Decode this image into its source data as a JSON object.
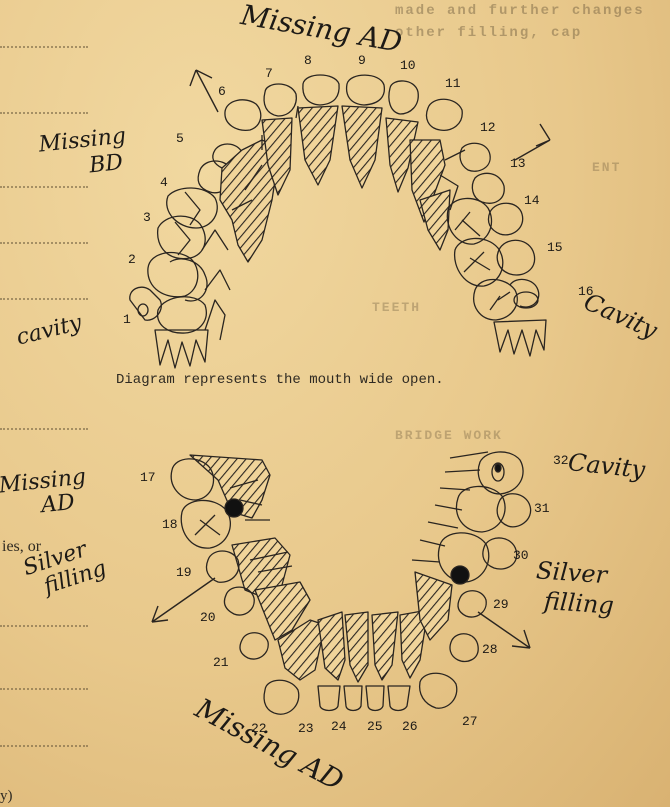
{
  "form": {
    "faded_lines": "made and further changes other filling, cap",
    "faded_heading_1": "TEETH",
    "faded_heading_2": "BRIDGE WORK",
    "faded_heading_3": "ENT",
    "fragment_ies": "ies, or",
    "fragment_y": "y)"
  },
  "chart": {
    "caption": "Diagram represents the mouth wide open."
  },
  "teeth": {
    "n1": "1",
    "n2": "2",
    "n3": "3",
    "n4": "4",
    "n5": "5",
    "n6": "6",
    "n7": "7",
    "n8": "8",
    "n9": "9",
    "n10": "10",
    "n11": "11",
    "n12": "12",
    "n13": "13",
    "n14": "14",
    "n15": "15",
    "n16": "16",
    "n17": "17",
    "n18": "18",
    "n19": "19",
    "n20": "20",
    "n21": "21",
    "n22": "22",
    "n23": "23",
    "n24": "24",
    "n25": "25",
    "n26": "26",
    "n27": "27",
    "n28": "28",
    "n29": "29",
    "n30": "30",
    "n31": "31",
    "n32": "32"
  },
  "notes": {
    "missing_ad_top": "Missing AD",
    "missing_bd_1": "Missing",
    "missing_bd_2": "BD",
    "cavity_left": "cavity",
    "cavity_right": "Cavity",
    "missing_ad_left_1": "Missing",
    "missing_ad_left_2": "AD",
    "silver_left_1": "Silver",
    "silver_left_2": "filling",
    "cavity_lower_right": "Cavity",
    "silver_right_1": "Silver",
    "silver_right_2": "filling",
    "missing_ad_bottom": "Missing AD"
  }
}
